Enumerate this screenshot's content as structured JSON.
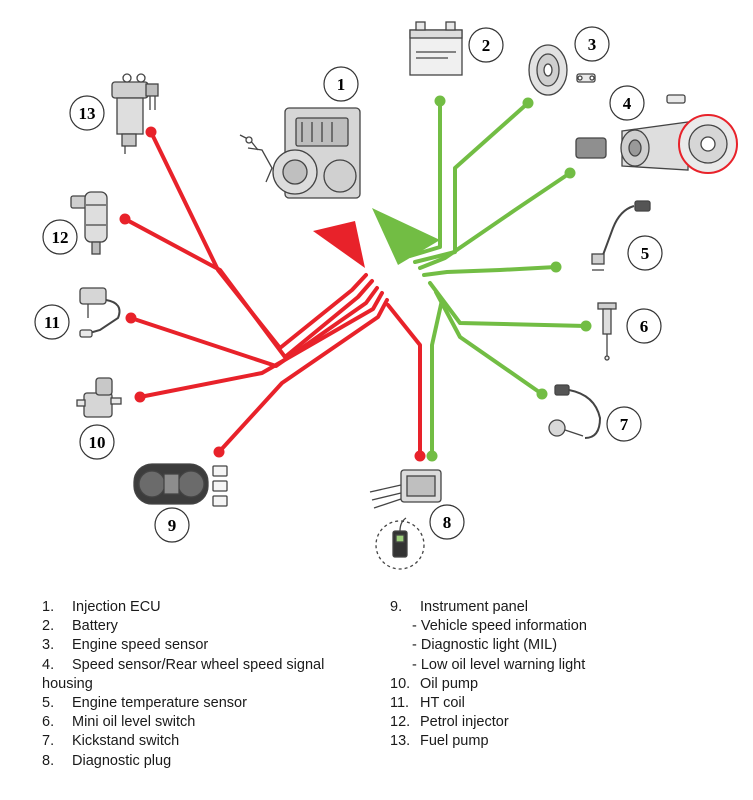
{
  "colors": {
    "red": "#e8222a",
    "green": "#72bd44",
    "component_fill": "#e9e9e9",
    "component_stroke": "#444444"
  },
  "components": [
    {
      "num": "1",
      "name": "Injection ECU",
      "icon": "ecu-throttle-body-icon"
    },
    {
      "num": "2",
      "name": "Battery",
      "icon": "battery-icon"
    },
    {
      "num": "3",
      "name": "Engine speed sensor",
      "icon": "flywheel-sensor-icon"
    },
    {
      "num": "4",
      "name": "Speed sensor/Rear wheel speed signal housing",
      "icon": "drive-pulley-icon"
    },
    {
      "num": "5",
      "name": "Engine temperature sensor",
      "icon": "temperature-sensor-icon"
    },
    {
      "num": "6",
      "name": "Mini oil level switch",
      "icon": "oil-level-switch-icon"
    },
    {
      "num": "7",
      "name": "Kickstand switch",
      "icon": "kickstand-switch-icon"
    },
    {
      "num": "8",
      "name": "Diagnostic plug",
      "icon": "diagnostic-plug-icon"
    },
    {
      "num": "9",
      "name": "Instrument panel",
      "icon": "instrument-panel-icon"
    },
    {
      "num": "10",
      "name": "Oil pump",
      "icon": "oil-pump-icon"
    },
    {
      "num": "11",
      "name": "HT coil",
      "icon": "ht-coil-icon"
    },
    {
      "num": "12",
      "name": "Petrol injector",
      "icon": "petrol-injector-icon"
    },
    {
      "num": "13",
      "name": "Fuel pump",
      "icon": "fuel-pump-icon"
    }
  ],
  "legend": {
    "col1": [
      {
        "n": "1.",
        "t": "Injection ECU"
      },
      {
        "n": "2.",
        "t": "Battery"
      },
      {
        "n": "3.",
        "t": "Engine speed sensor"
      },
      {
        "n": "4.",
        "t": "Speed sensor/Rear wheel speed signal housing"
      },
      {
        "n": "5.",
        "t": "Engine temperature sensor"
      },
      {
        "n": "6.",
        "t": "Mini oil level switch"
      },
      {
        "n": "7.",
        "t": "Kickstand switch"
      },
      {
        "n": "8.",
        "t": "Diagnostic plug"
      }
    ],
    "col2": [
      {
        "n": "9.",
        "t": "Instrument panel"
      },
      {
        "n": "10.",
        "t": "Oil pump"
      },
      {
        "n": "11.",
        "t": "HT coil"
      },
      {
        "n": "12.",
        "t": "Petrol injector"
      },
      {
        "n": "13.",
        "t": "Fuel pump"
      }
    ],
    "subitems": [
      "- Vehicle speed information",
      "- Diagnostic light (MIL)",
      "- Low oil level warning light"
    ]
  }
}
